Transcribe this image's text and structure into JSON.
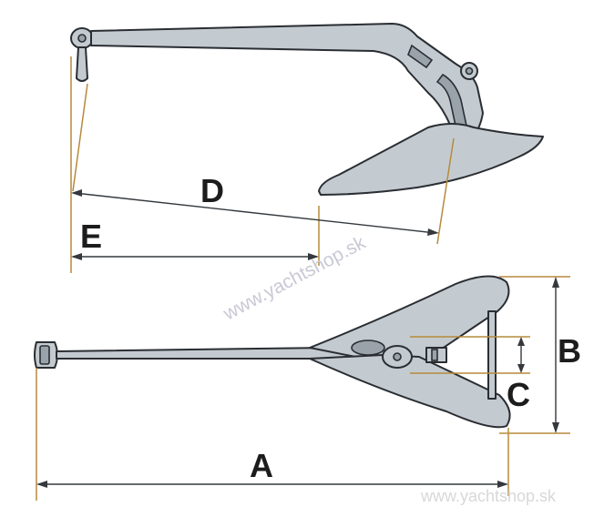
{
  "labels": {
    "A": "A",
    "B": "B",
    "C": "C",
    "D": "D",
    "E": "E"
  },
  "watermarks": {
    "center": "www.yachtshop.sk",
    "corner": "www.yachtshop.sk"
  },
  "colors": {
    "anchor_fill": "#c4cbd0",
    "anchor_outline": "#2a2e33",
    "extension_lines": "#b78a3b",
    "dimension_lines": "#35393d"
  }
}
